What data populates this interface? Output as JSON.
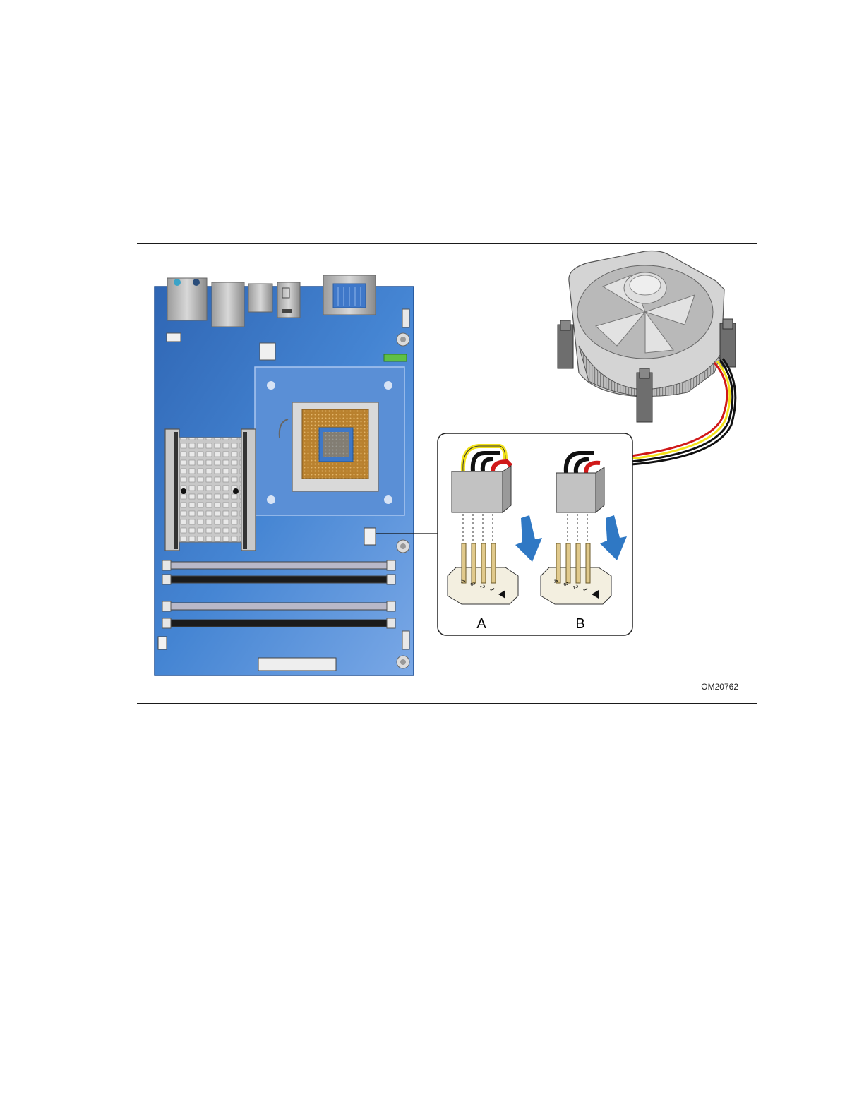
{
  "figure": {
    "callout_label_a": "A",
    "callout_label_b": "B",
    "figure_code": "OM20762",
    "pin_numbers_a": [
      "4",
      "3",
      "2",
      "1"
    ],
    "pin_numbers_b": [
      "4",
      "3",
      "2",
      "1"
    ],
    "icons": {
      "board": "motherboard-illustration",
      "cooler": "processor-fan-heatsink-illustration",
      "connector_a": "four-pin-fan-connector",
      "connector_b": "three-pin-fan-connector",
      "arrow": "down-arrow-icon"
    },
    "colors": {
      "board": "#3d7cc9",
      "board_dark": "#2e63ad",
      "wire_yellow": "#f2e21a",
      "wire_black": "#111111",
      "wire_red": "#d01818",
      "arrow": "#2f78c4",
      "socket_pins": "#b9812e"
    }
  }
}
